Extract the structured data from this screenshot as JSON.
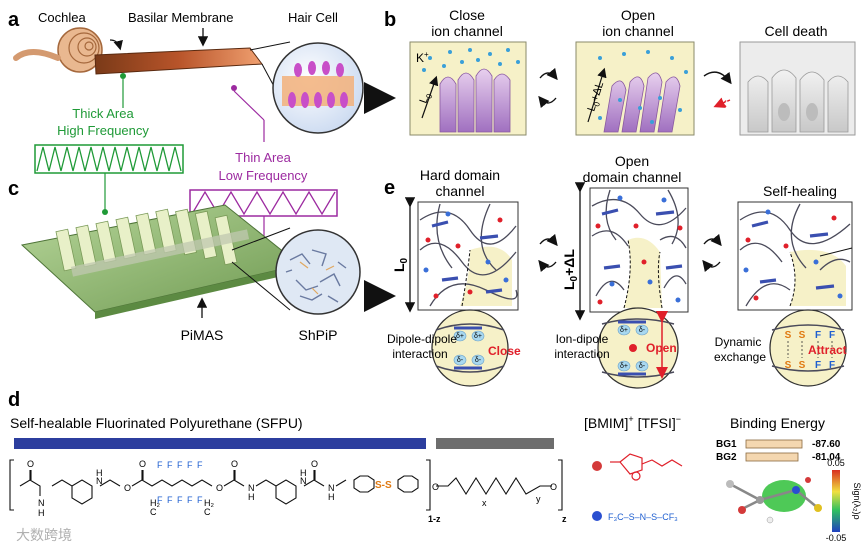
{
  "panels": {
    "a": "a",
    "b": "b",
    "c": "c",
    "d": "d",
    "e": "e"
  },
  "panel_a": {
    "cochlea": "Cochlea",
    "basilar_membrane": "Basilar Membrane",
    "hair_cell": "Hair Cell",
    "thick_area_line1": "Thick Area",
    "thick_area_line2": "High Frequency",
    "thin_area_line1": "Thin Area",
    "thin_area_line2": "Low Frequency"
  },
  "panel_b": {
    "close_line1": "Close",
    "close_line2": "ion channel",
    "open_line1": "Open",
    "open_line2": "ion channel",
    "cell_death": "Cell death",
    "k_ion": "K",
    "k_sup": "+",
    "l0": "L",
    "l0_sub": "0",
    "l0_dl": "L",
    "l0_dl_sub": "0",
    "l0_dl_tail": "+ΔL"
  },
  "panel_c": {
    "pimas": "PiMAS",
    "shpip": "ShPiP"
  },
  "panel_e": {
    "hard_line1": "Hard domain",
    "hard_line2": "channel",
    "open_line1": "Open",
    "open_line2": "domain channel",
    "self_healing": "Self-healing",
    "l0": "L",
    "l0_sub": "0",
    "l0_dl": "L",
    "l0_dl_sub": "0",
    "l0_dl_tail": "+ΔL",
    "dipole_line1": "Dipole-dipole",
    "dipole_line2": "interaction",
    "close": "Close",
    "ion_dipole_line1": "Ion-dipole",
    "ion_dipole_line2": "interaction",
    "open": "Open",
    "dynamic_line1": "Dynamic",
    "dynamic_line2": "exchange",
    "attract": "Attract",
    "delta_plus": "δ+",
    "delta_minus": "δ-",
    "s": "S",
    "f": "F"
  },
  "panel_d": {
    "title": "Self-healable Fluorinated Polyurethane (SFPU)",
    "bmim": "[BMIM]",
    "bmim_sup": "+",
    "tfsi": "[TFSI]",
    "tfsi_sup": "−",
    "binding_title": "Binding Energy",
    "bg1_label": "BG1",
    "bg1_value": "-87.60",
    "bg2_label": "BG2",
    "bg2_value": "-81.04",
    "cbar_max": "0.05",
    "cbar_min": "-0.05",
    "cbar_label": "Sign(λ₂)ρ",
    "sub_1z": "1-z",
    "sub_z": "z",
    "sub_x": "x",
    "sub_y": "y",
    "o": "O",
    "n": "N",
    "h": "H",
    "f": "F",
    "ss": "S-S",
    "h2": "H₂",
    "c": "C",
    "tfsi_formula": "F₃C–S–N–S–CF₃"
  },
  "watermark": "大数跨境",
  "colors": {
    "blue_bar": "#2c3e9e",
    "gray_bar": "#6d6d6d",
    "green": "#1f9a37",
    "purple": "#9c2aa0",
    "red": "#e0202a",
    "fluorine_blue": "#1f5fd0",
    "sulfur_orange": "#e07a12",
    "yellow_panel": "#f6f1c8"
  }
}
